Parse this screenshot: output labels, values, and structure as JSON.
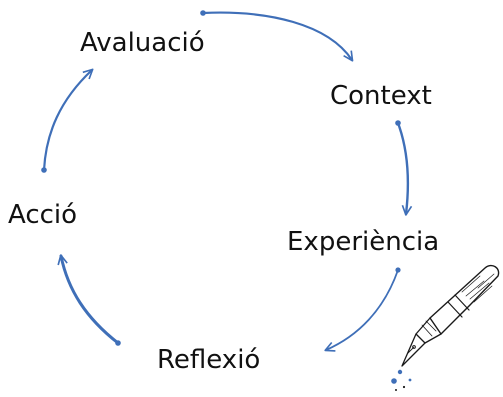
{
  "diagram": {
    "stages": [
      {
        "label": "Avaluació"
      },
      {
        "label": "Context"
      },
      {
        "label": "Experiència"
      },
      {
        "label": "Reflexió"
      },
      {
        "label": "Acció"
      }
    ],
    "arrow_color": "#3f6fb8",
    "text_color": "#111111",
    "decoration_icon": "fountain-pen-icon"
  }
}
